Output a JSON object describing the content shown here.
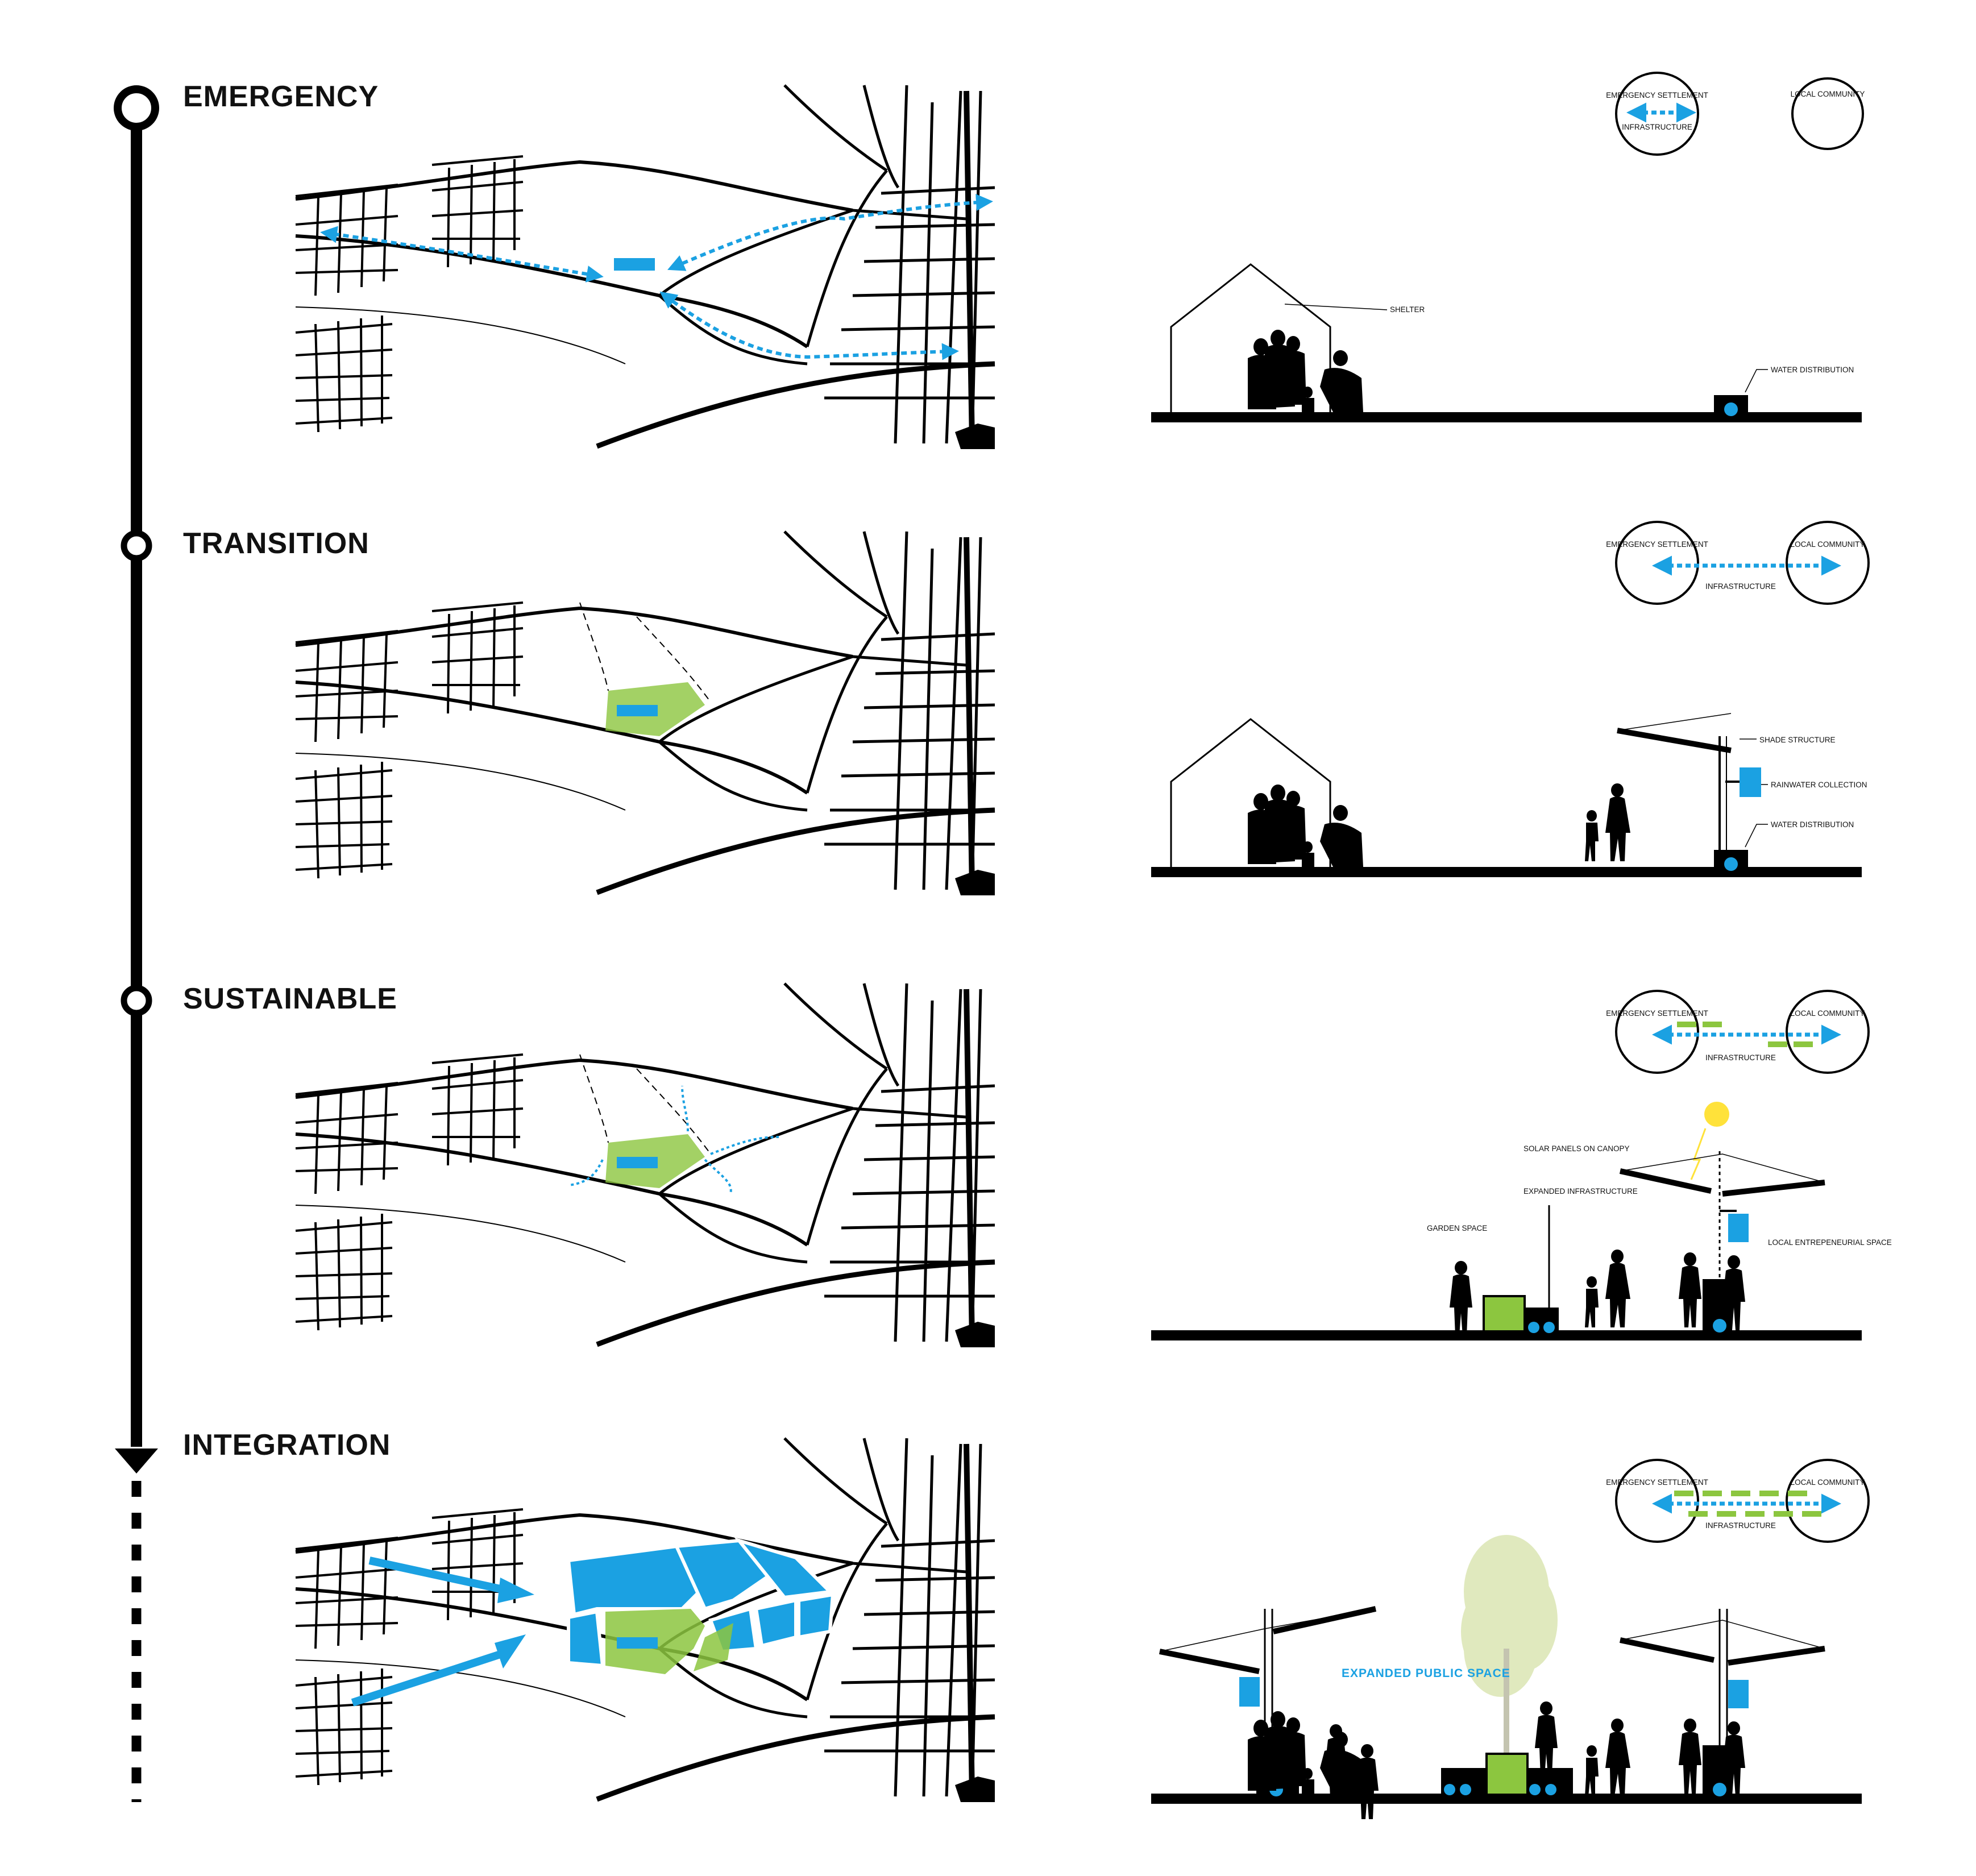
{
  "timeline": {
    "stages": [
      {
        "id": "emergency",
        "title": "EMERGENCY"
      },
      {
        "id": "transition",
        "title": "TRANSITION"
      },
      {
        "id": "sustainable",
        "title": "SUSTAINABLE"
      },
      {
        "id": "integration",
        "title": "INTEGRATION"
      }
    ]
  },
  "relation": {
    "emergency_settlement": "EMERGENCY SETTLEMENT",
    "infrastructure": "INFRASTRUCTURE",
    "local_community": "LOCAL COMMUNITY"
  },
  "labels": {
    "shelter": "SHELTER",
    "water_distribution": "WATER DISTRIBUTION",
    "shade_structure": "SHADE STRUCTURE",
    "rainwater_collection": "RAINWATER COLLECTION",
    "solar_panels": "SOLAR PANELS ON CANOPY",
    "expanded_infrastructure": "EXPANDED INFRASTRUCTURE",
    "garden_space": "GARDEN SPACE",
    "local_space": "LOCAL ENTREPENEURIAL SPACE",
    "expanded_public_space": "EXPANDED PUBLIC SPACE"
  },
  "colors": {
    "accent_blue": "#1ba1e2",
    "green": "#8cc63f",
    "yellow": "#ffe23a",
    "black": "#000000"
  }
}
